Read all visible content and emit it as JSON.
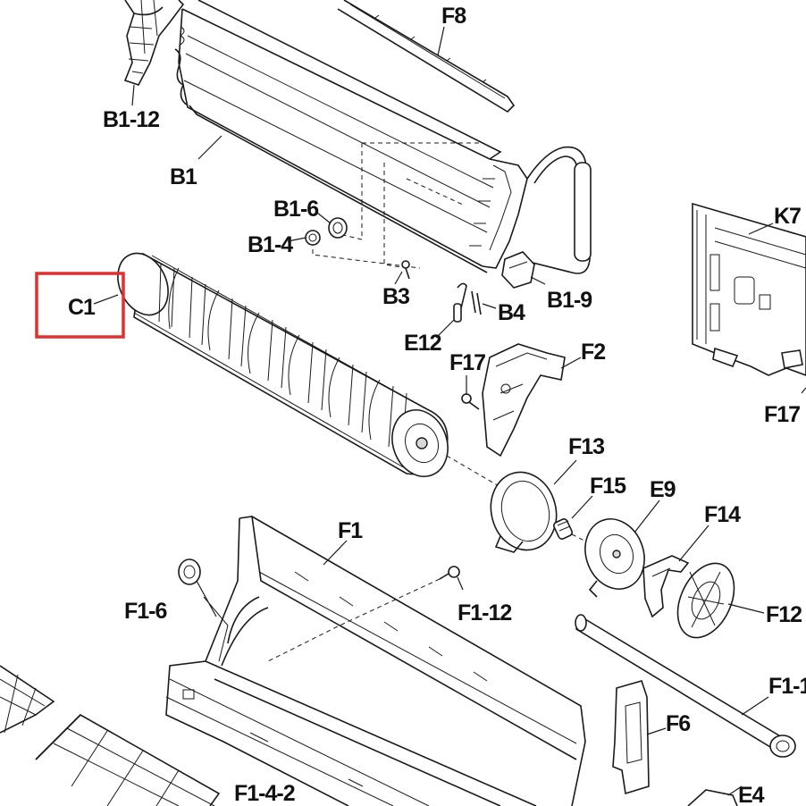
{
  "labels": {
    "F8": "F8",
    "B1-12": "B1-12",
    "B1": "B1",
    "B1-6": "B1-6",
    "B1-4": "B1-4",
    "B3": "B3",
    "B1-9": "B1-9",
    "B4": "B4",
    "K7": "K7",
    "C1": "C1",
    "E12": "E12",
    "F17_left": "F17",
    "F2": "F2",
    "F17_right": "F17",
    "F13": "F13",
    "F15": "F15",
    "E9": "E9",
    "F14": "F14",
    "F1": "F1",
    "F1-6": "F1-6",
    "F1-12": "F1-12",
    "F12": "F12",
    "F1-1": "F1-1",
    "F6": "F6",
    "F1-4-2": "F1-4-2",
    "E4": "E4"
  },
  "highlight": {
    "target": "C1",
    "color": "#e03030"
  }
}
